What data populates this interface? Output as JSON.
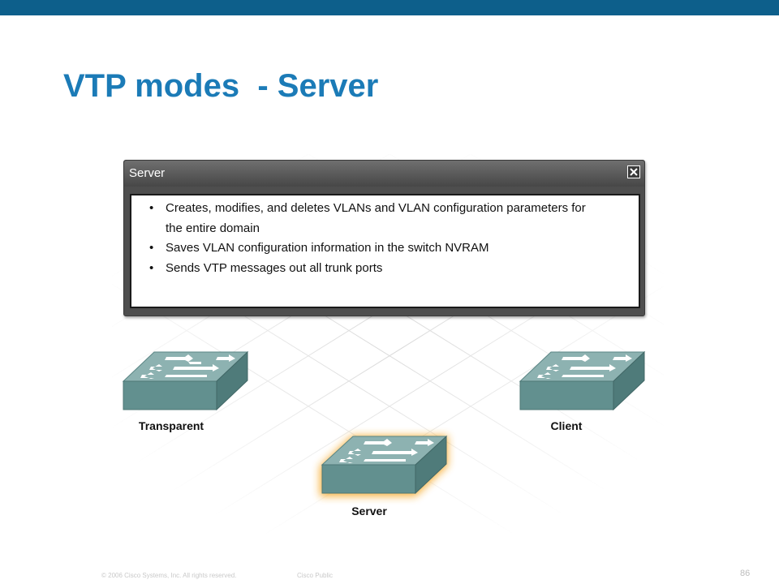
{
  "slide": {
    "title": "VTP modes  - Server",
    "page_number": "86"
  },
  "footer": {
    "copyright": "© 2006 Cisco Systems, Inc. All rights reserved.",
    "classification": "Cisco Public"
  },
  "popup": {
    "title": "Server",
    "close_icon": "close-icon",
    "bullets": [
      "Creates, modifies, and deletes VLANs and VLAN configuration parameters for",
      "the entire domain",
      "Saves VLAN configuration information in the switch NVRAM",
      "Sends VTP messages out all trunk ports"
    ]
  },
  "switches": [
    {
      "label": "Transparent",
      "highlighted": false
    },
    {
      "label": "Client",
      "highlighted": false
    },
    {
      "label": "Server",
      "highlighted": true
    }
  ],
  "colors": {
    "top_bar": "#0d5f8b",
    "title": "#1b7bb7",
    "switch_top": "#7fa7a6",
    "switch_front": "#5f8c8b",
    "highlight": "#f5a623"
  }
}
